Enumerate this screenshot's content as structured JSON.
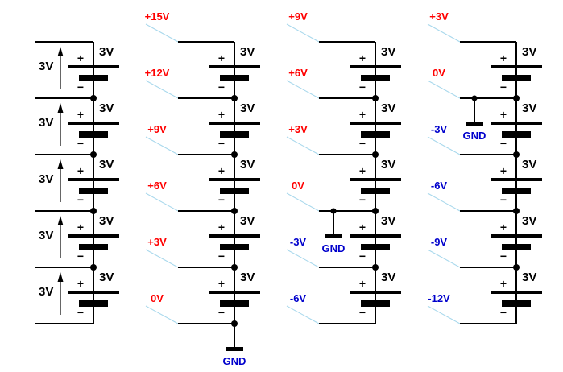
{
  "colors": {
    "wire": "#000000",
    "positive": "#ff0000",
    "negative": "#0000cc",
    "leader": "#a8d8ec"
  },
  "cell_voltage": "3V",
  "plus_sign": "+",
  "minus_sign": "−",
  "gnd_label": "GND",
  "columns": [
    {
      "name": "reference-stack",
      "source_label": "3V",
      "taps": []
    },
    {
      "name": "stack-ground-bottom",
      "taps": [
        {
          "text": "+15V",
          "pol": "positive"
        },
        {
          "text": "+12V",
          "pol": "positive"
        },
        {
          "text": "+9V",
          "pol": "positive"
        },
        {
          "text": "+6V",
          "pol": "positive"
        },
        {
          "text": "+3V",
          "pol": "positive"
        },
        {
          "text": "0V",
          "pol": "positive"
        }
      ],
      "ground_node": 5
    },
    {
      "name": "stack-ground-middle",
      "taps": [
        {
          "text": "+9V",
          "pol": "positive"
        },
        {
          "text": "+6V",
          "pol": "positive"
        },
        {
          "text": "+3V",
          "pol": "positive"
        },
        {
          "text": "0V",
          "pol": "positive"
        },
        {
          "text": "-3V",
          "pol": "negative"
        },
        {
          "text": "-6V",
          "pol": "negative"
        }
      ],
      "ground_node": 3
    },
    {
      "name": "stack-ground-top",
      "taps": [
        {
          "text": "+3V",
          "pol": "positive"
        },
        {
          "text": "0V",
          "pol": "positive"
        },
        {
          "text": "-3V",
          "pol": "negative"
        },
        {
          "text": "-6V",
          "pol": "negative"
        },
        {
          "text": "-9V",
          "pol": "negative"
        },
        {
          "text": "-12V",
          "pol": "negative"
        }
      ],
      "ground_node": 1
    }
  ]
}
